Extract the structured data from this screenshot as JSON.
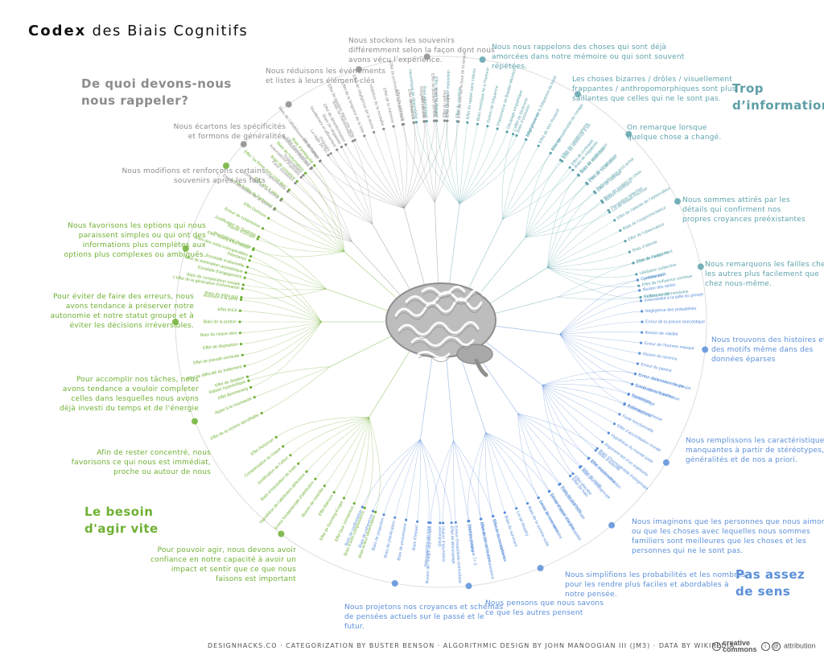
{
  "title": {
    "bold": "Codex",
    "rest": "des Biais Cognitifs"
  },
  "colors": {
    "memory": "#8c8c8c",
    "information": "#5ea3ad",
    "meaning": "#5b8fd9",
    "action": "#6fb034",
    "ring": "#dddddd",
    "brain": "#a8a8a8"
  },
  "quadrants": [
    {
      "id": "memory",
      "heading": "De quoi devons-nous nous rappeler?"
    },
    {
      "id": "information",
      "heading": "Trop d’information"
    },
    {
      "id": "meaning",
      "heading": "Pas assez de sens"
    },
    {
      "id": "action",
      "heading": "Le besoin d'agir vite"
    }
  ],
  "groups": [
    {
      "quadrant": "information",
      "note": "Nous nous rappelons des choses qui sont déjà amorcées dans notre mémoire ou qui sont souvent répétées.",
      "leaves": [
        "Heuristique de disponibilité",
        "Biais attentionnel",
        "Effet de vérité illusoire",
        "Effet de simple exposition",
        "Effet du contexte",
        "Effet du rappel sans indices",
        "Biais mnésique lié à l’humeur",
        "Illusion de fréquence",
        "Phénomène de Baader-Meinhof",
        "Décalage empathique",
        "Biais d’omission",
        "Négligence de la fréquence de base"
      ]
    },
    {
      "quadrant": "information",
      "note": "Les choses bizarres / drôles / visuellement frappantes / anthropomorphiques sont plus saillantes que celles qui ne le sont pas.",
      "leaves": [
        "L’effet de bizarrerie",
        "Effet d’humour",
        "Effet de Von Restorff",
        "Effet de supériorité de l’image",
        "Effet de référence à soi",
        "Biais de négativité"
      ]
    },
    {
      "quadrant": "information",
      "note": "On remarque lorsque quelque chose a changé.",
      "leaves": [
        "Ancrage",
        "Effet de conservatisme",
        "Effet de contraste",
        "Biais de distinction",
        "Effet de focalisation",
        "Effet de cadrage",
        "Illusion monétaire",
        "Loi de Weber-Fechner"
      ]
    },
    {
      "quadrant": "information",
      "note": "Nous sommes attirés par les détails qui confirment nos propres croyances preéxistantes",
      "leaves": [
        "Biais de confirmation",
        "Biais de congruence",
        "Rationalisation post-achat",
        "Biais de soutien du choix",
        "Perception sélective",
        "Effet de l’attente de l’observateur",
        "Biais de l’expérimentateur",
        "Effet de l’observateur",
        "Biais d’attente",
        "Effet de l’autruche",
        "Validation subjective",
        "Effet de l’influence continue",
        "Réflexe de Semmelweis"
      ]
    },
    {
      "quadrant": "information",
      "note": "Nous remarquons les failles chez les autres plus facilement que chez nous-même.",
      "leaves": [
        "Biais de l’angle mort",
        "Cynisme naïf",
        "Réalisme naïf"
      ]
    },
    {
      "quadrant": "meaning",
      "note": "Nous trouvons des histoires et des motifs même dans des données éparses",
      "leaves": [
        "Confabulation",
        "Illusion des séries",
        "Insensibilité à la taille du groupe",
        "Négligence des probabilités",
        "Erreur de la preuve anecdotique",
        "Illusion de validité",
        "Erreur de l’homme masqué",
        "Illusion de récence",
        "Erreur du parieur",
        "Erreur de la main chaude",
        "Corrélations illusoires",
        "Paréidolies",
        "Anthropomorphisme"
      ]
    },
    {
      "quadrant": "meaning",
      "note": "Nous remplissons les caractéristiques manquantes à partir de stéréotypes, généralités et de nos a priori.",
      "leaves": [
        "Erreur d’attribution de groupe",
        "Erreur ultime d’attribution",
        "Stéréotypage",
        "Essentialisme",
        "Fixité fonctionnelle",
        "Effet d’accréditation morale",
        "Hypothèse du monde juste",
        "Argument tiré d’un sophisme",
        "Biais d’autorité",
        "Effet d’automatisation",
        "Effet de mode",
        "Effet placebo"
      ]
    },
    {
      "quadrant": "meaning",
      "note": "Nous imaginons que les personnes que nous aimons ou que les choses avec lequelles nous sommes familiers sont meilleures que les choses et les personnes qui ne le sont pas.",
      "leaves": [
        "Biais d’homogénéité d’exogroupe",
        "Effet interlocuteur",
        "Biais pro-endogroupe",
        "Effet de halo",
        "Biais de positivité",
        "Dévalorisation réactive",
        "Loi de la route familière"
      ]
    },
    {
      "quadrant": "meaning",
      "note": "Nous simplifions les probabilités et les nombres pour les rendre plus faciles et abordables à notre pensée.",
      "leaves": [
        "Comptabilité mentale",
        "Erreur d’appel à la probabilité",
        "Erreur de normalité",
        "Biais de la somme nulle",
        "Loi de Murphy",
        "Biais du survivant",
        "Effet de sous-additivité",
        "Effet de dénomination",
        "Nombre magique 7+-2"
      ]
    },
    {
      "quadrant": "meaning",
      "note": "Nous pensons que nous savons ce que les autres pensent",
      "leaves": [
        "Illusion de transparence",
        "Malédiction de la connaissance",
        "Effet projecteur",
        "Erreur d’exactitude extrinsèque",
        "Illusion d’asymétrie",
        "Illusion de l’insight asymétrique"
      ]
    },
    {
      "quadrant": "meaning",
      "note": "Nous projetons nos croyances et schémas de pensées actuels sur le passé et le futur.",
      "leaves": [
        "Effet de télescopage",
        "Déclinisme",
        "Rétrospection en rose",
        "Biais d’impact",
        "Biais de pessimisme",
        "Biais de planification",
        "Biais de projection",
        "Biais de cohérence",
        "Biais de confirmation"
      ]
    },
    {
      "quadrant": "action",
      "note": "Pour pouvoir agir, nous devons avoir confiance en notre capacité à avoir un impact et sentir que ce que nous faisons est important",
      "leaves": [
        "Biais acteur-observateur",
        "Biais d’auto-complaisance",
        "Effet faux consensus",
        "Effet de Dunning-Kruger",
        "Effet Barnum",
        "Illusion de contrôle",
        "Erreur fondamentale d’attribution",
        "Hypothèse de l’attribution défensive",
        "Biais d’imputation de traits",
        "Justification de l’effort",
        "Compensation du risque",
        "Effet Peltzman"
      ]
    },
    {
      "quadrant": "action",
      "note": "Afin de rester concentré, nous favorisons ce qui nous est immédiat, proche ou autour de nous",
      "leaves": [
        "Effet de la victime identifiable",
        "Appel à la nouveauté",
        "Rabais hyperbolique"
      ]
    },
    {
      "quadrant": "action",
      "note": "Pour accomplir nos tâches, nous avons tendance a vouloir completer celles dans lesquelles nous avons déjà investi du temps et de l’énergie",
      "leaves": [
        "Effet Boomerang",
        "Effet de dotation",
        "Effet de difficulté du traitement",
        "Effet de pseudo-certitude",
        "Effet de disposition",
        "Biais du risque zéro",
        "Biais de la portion",
        "Effet IKEA",
        "Aversion à la perte",
        "L’effet de la génération d’information",
        "Escalade d’engagement",
        "Escalade irrationnelle",
        "Biais des coûts irrécupérables"
      ]
    },
    {
      "quadrant": "action",
      "note": "Pour éviter de faire des erreurs, nous avons tendance à préserver notre autonomie et notre statut groupe et à éviter les décisions irréversibles.",
      "leaves": [
        "Biais du statu quo",
        "Biais de comparaison sociale",
        "Effet de domination asymétrique",
        "Réactance",
        "Psychologie Inversée",
        "Justification du Système"
      ]
    },
    {
      "quadrant": "action",
      "note": "Nous favorisons les options qui nous paraissent simples ou qui ont des informations plus complètes aux options plus complexes ou ambiguës.",
      "leaves": [
        "Effet \"moins c’est mieux\"",
        "Rasoir d’Occam",
        "Erreur de conjonction",
        "Effet Delmore",
        "Loi de futilité de Parkinson",
        "Effet abri à vélos",
        "Effet \"ça Rime donc c’est bon\"",
        "Biais de croyance",
        "Biais de l’information",
        "Biais d’ambiguïté"
      ]
    },
    {
      "quadrant": "memory",
      "note": "Nous modifions et renforçons certains souvenirs après les faits",
      "leaves": [
        "Erreur d’attribution de la source",
        "Confusion sur la source",
        "Cryptomnésie",
        "Faux souvenirs",
        "Suggestibilité",
        "Effet d’espacement"
      ]
    },
    {
      "quadrant": "memory",
      "note": "Nous écartons les spécificités et formons de généralités",
      "leaves": [
        "Associations implicites",
        "Stéréotypes implicites",
        "Stéréotypage",
        "Préjugés",
        "Biais de négativité",
        "Biais de mémorisation"
      ]
    },
    {
      "quadrant": "memory",
      "note": "Nous réduisons les événements et listes à leurs élément-clés",
      "leaves": [
        "Biais de l’affaiblissement de l’affect",
        "La règle pic-fin",
        "Nivellement et affinement",
        "Effet de désinformation",
        "Effet de position dans une série",
        "Effet de la longueur de la liste",
        "Effet de négligence de la durée",
        "Inhibition de la modalité",
        "Effet de la mémoire",
        "Effet de primauté",
        "Effet de récence",
        "Intégrale partielle",
        "Effet de position sérielle",
        "Effet du suffixe"
      ]
    },
    {
      "quadrant": "memory",
      "note": "Nous stockons les souvenirs différemment selon la façon dont nous avons vécu l’expérience.",
      "leaves": [
        "Effet de profondeur du traitement",
        "Distraction",
        "Effet du test",
        "Effet \"survivant\"",
        "Effet Google",
        "Effet du mot sur le bout de la langue"
      ]
    }
  ],
  "footer": "DESIGNHACKS.CO · CATEGORIZATION BY BUSTER BENSON · ALGORITHMIC DESIGN BY JOHN MANOOGIAN III (JM3) · DATA BY WIKIPEDIA",
  "license": {
    "logo_top": "creative",
    "logo_bottom": "commons",
    "label": "attribution"
  }
}
